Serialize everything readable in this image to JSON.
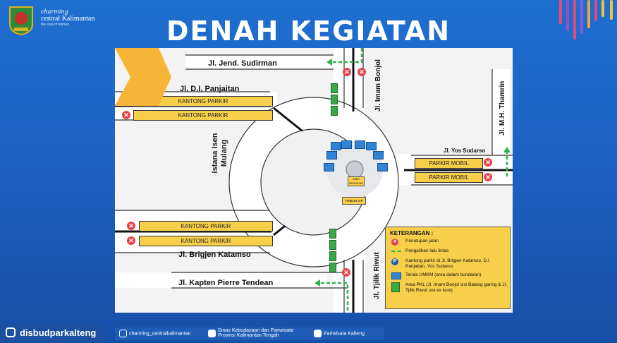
{
  "header": {
    "title": "DENAH KEGIATAN"
  },
  "brand": {
    "script": "charming",
    "main": "central Kalimantan",
    "tagline": "the soul of borneo"
  },
  "roads": {
    "sudirman": "Jl. Jend. Sudirman",
    "panjaitan": "Jl. D.I. Panjaitan",
    "imam_bonjol": "Jl. Imam Bonjol",
    "thamrin": "Jl. M.H. Thamrin",
    "yos_sudarso": "Jl. Yos Sudarso",
    "katamso": "Jl. Brigjen Katamso",
    "tendean": "Jl. Kapten Pierre Tendean",
    "tjilik": "Jl. Tjilik Riwut"
  },
  "parking": {
    "kantong": "KANTONG PARKIR",
    "mobil": "PARKIR MOBIL"
  },
  "center": {
    "palace": "Istana Isen Mulang",
    "stage": "AREA PANGGUNG",
    "tribun": "TRIBUN VIP"
  },
  "legend": {
    "title": "KETERANGAN :",
    "items": [
      {
        "icon": "road-closure-icon",
        "text": "Penutupan jalan"
      },
      {
        "icon": "traffic-diversion-arrow-icon",
        "text": "Pengalihan lalu lintas"
      },
      {
        "icon": "parking-icon",
        "text": "Kantong parkir di Jl. Brigjen Katamso, D.I Panjaitan, Yos Sudarso"
      },
      {
        "icon": "umkm-tent-icon",
        "text": "Tenda UMKM (area dalam bundaran)"
      },
      {
        "icon": "pkl-area-icon",
        "text": "Area PKL (Jl. Imam Bonjol sisi Batang garing & Jl. Tjilik Riwut sisi ex koni)"
      }
    ]
  },
  "footer": {
    "handle": "disbudparkalteng",
    "instagram": "charming_centralkalimantan",
    "facebook_line1": "Dinas Kebudayaan dan Pariwisata",
    "facebook_line2": "Provinsi Kalimantan Tengah",
    "youtube": "Pariwisata Kalteng"
  },
  "colors": {
    "closure": "#e8424a",
    "diversion": "#2fb24a",
    "parking": "#f8cf4a",
    "tent": "#2f84d6",
    "pkl": "#3aa84a"
  }
}
